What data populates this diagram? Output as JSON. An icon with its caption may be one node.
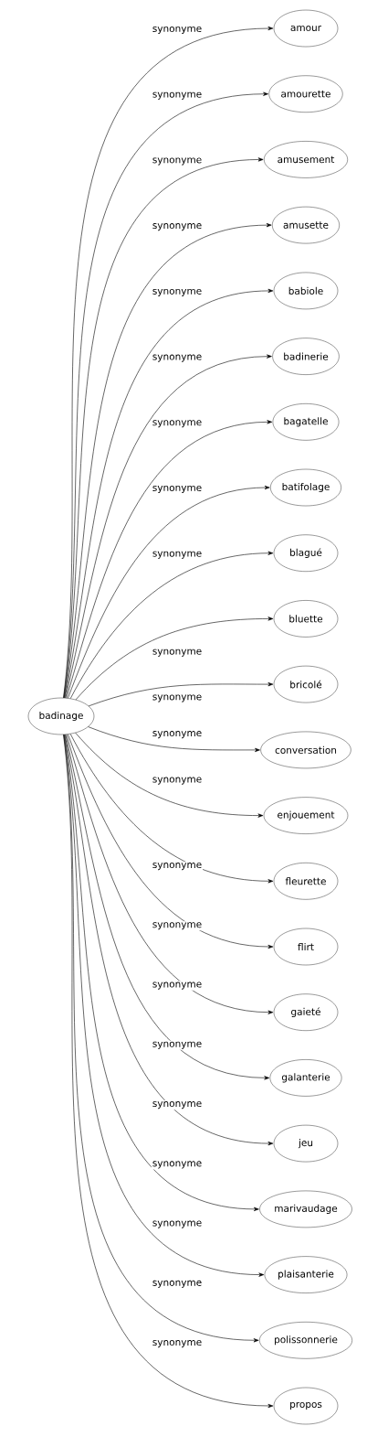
{
  "diagram": {
    "nodes": [
      {
        "text": [
          "badinage"
        ]
      },
      {
        "text": [
          "amour"
        ]
      },
      {
        "text": [
          "amourette"
        ]
      },
      {
        "text": [
          "amusement"
        ]
      },
      {
        "text": [
          "amusette"
        ]
      },
      {
        "text": [
          "babiole"
        ]
      },
      {
        "text": [
          "badinerie"
        ]
      },
      {
        "text": [
          "bagatelle"
        ]
      },
      {
        "text": [
          "batifolage"
        ]
      },
      {
        "text": [
          "blagué"
        ]
      },
      {
        "text": [
          "bluette"
        ]
      },
      {
        "text": [
          "bricolé"
        ]
      },
      {
        "text": [
          "conversation"
        ]
      },
      {
        "text": [
          "enjouement"
        ]
      },
      {
        "text": [
          "fleurette"
        ]
      },
      {
        "text": [
          "flirt"
        ]
      },
      {
        "text": [
          "gaieté"
        ]
      },
      {
        "text": [
          "galanterie"
        ]
      },
      {
        "text": [
          "jeu"
        ]
      },
      {
        "text": [
          "marivaudage"
        ]
      },
      {
        "text": [
          "plaisanterie"
        ]
      },
      {
        "text": [
          "polissonnerie"
        ]
      },
      {
        "text": [
          "propos"
        ]
      }
    ],
    "edges": [
      {
        "from": 0,
        "to": 1,
        "arrow": "to",
        "label": "synonyme"
      },
      {
        "from": 0,
        "to": 2,
        "arrow": "to",
        "label": "synonyme"
      },
      {
        "from": 0,
        "to": 3,
        "arrow": "to",
        "label": "synonyme"
      },
      {
        "from": 0,
        "to": 4,
        "arrow": "to",
        "label": "synonyme"
      },
      {
        "from": 0,
        "to": 5,
        "arrow": "to",
        "label": "synonyme"
      },
      {
        "from": 0,
        "to": 6,
        "arrow": "to",
        "label": "synonyme"
      },
      {
        "from": 0,
        "to": 7,
        "arrow": "to",
        "label": "synonyme"
      },
      {
        "from": 0,
        "to": 8,
        "arrow": "to",
        "label": "synonyme"
      },
      {
        "from": 0,
        "to": 9,
        "arrow": "to",
        "label": "synonyme"
      },
      {
        "from": 0,
        "to": 10,
        "arrow": "to",
        "label": "synonyme"
      },
      {
        "from": 0,
        "to": 11,
        "arrow": "to",
        "label": "synonyme"
      },
      {
        "from": 0,
        "to": 12,
        "arrow": "to",
        "label": "synonyme"
      },
      {
        "from": 0,
        "to": 13,
        "arrow": "to",
        "label": "synonyme"
      },
      {
        "from": 0,
        "to": 14,
        "arrow": "to",
        "label": "synonyme"
      },
      {
        "from": 0,
        "to": 15,
        "arrow": "to",
        "label": "synonyme"
      },
      {
        "from": 0,
        "to": 16,
        "arrow": "to",
        "label": "synonyme"
      },
      {
        "from": 0,
        "to": 17,
        "arrow": "to",
        "label": "synonyme"
      },
      {
        "from": 0,
        "to": 18,
        "arrow": "to",
        "label": "synonyme"
      },
      {
        "from": 0,
        "to": 19,
        "arrow": "to",
        "label": "synonyme"
      },
      {
        "from": 0,
        "to": 20,
        "arrow": "to",
        "label": "synonyme"
      },
      {
        "from": 0,
        "to": 21,
        "arrow": "to",
        "label": "synonyme"
      },
      {
        "from": 0,
        "to": 22,
        "arrow": "to",
        "label": "synonyme"
      }
    ]
  }
}
